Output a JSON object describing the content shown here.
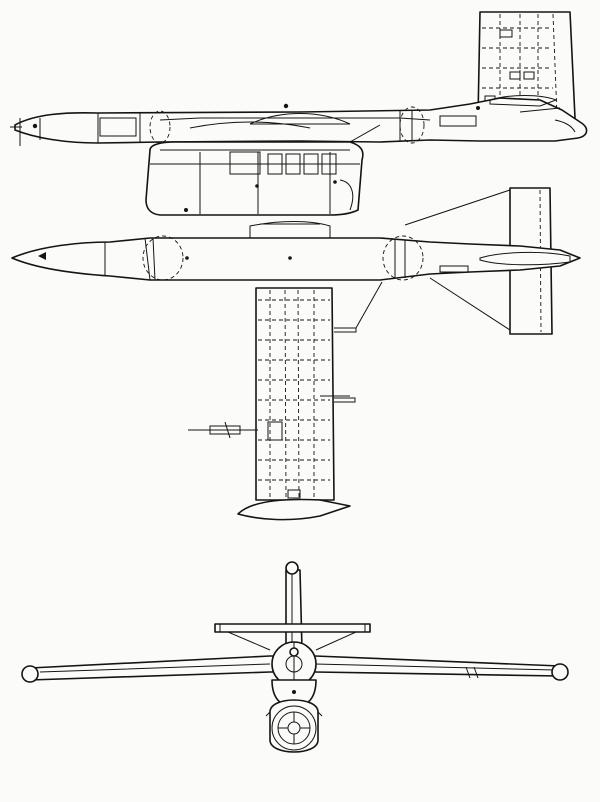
{
  "drawing": {
    "views": [
      {
        "id": "side-view"
      },
      {
        "id": "top-view"
      },
      {
        "id": "front-view"
      }
    ]
  }
}
